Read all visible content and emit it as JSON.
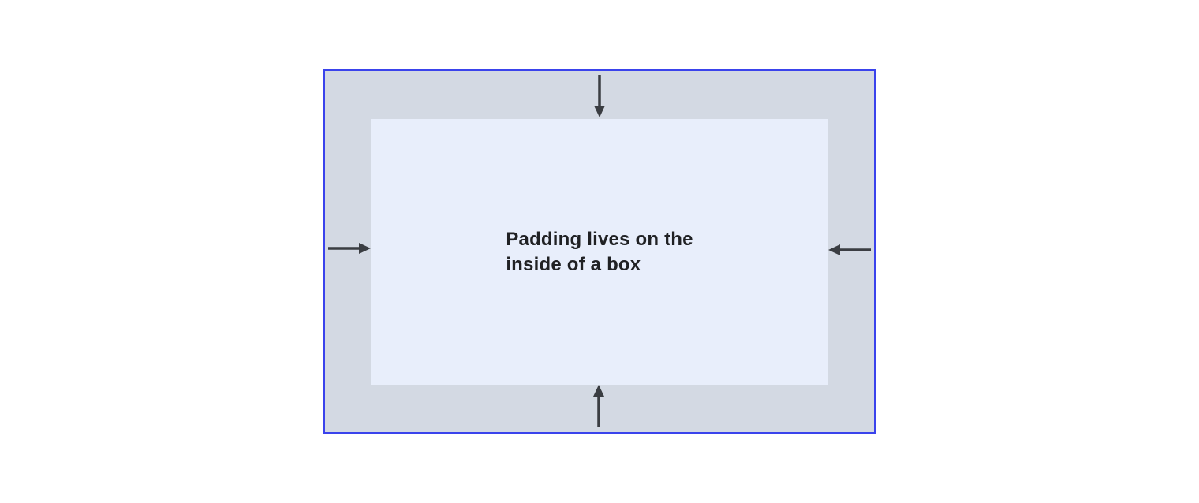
{
  "diagram": {
    "caption": {
      "line1": "Padding lives on the",
      "line2": "inside of a box"
    },
    "arrows": [
      {
        "icon": "top-arrow-icon",
        "direction": "down",
        "meaning": "padding pushes inward from top"
      },
      {
        "icon": "right-arrow-icon",
        "direction": "left",
        "meaning": "padding pushes inward from right"
      },
      {
        "icon": "bottom-arrow-icon",
        "direction": "up",
        "meaning": "padding pushes inward from bottom"
      },
      {
        "icon": "left-arrow-icon",
        "direction": "right",
        "meaning": "padding pushes inward from left"
      }
    ],
    "colors": {
      "border": "#3a43ec",
      "padding_area": "#d3d9e3",
      "content_area": "#e8eefb",
      "arrow": "#3a3d42",
      "text": "#202124",
      "page_background": "#ffffff"
    }
  }
}
